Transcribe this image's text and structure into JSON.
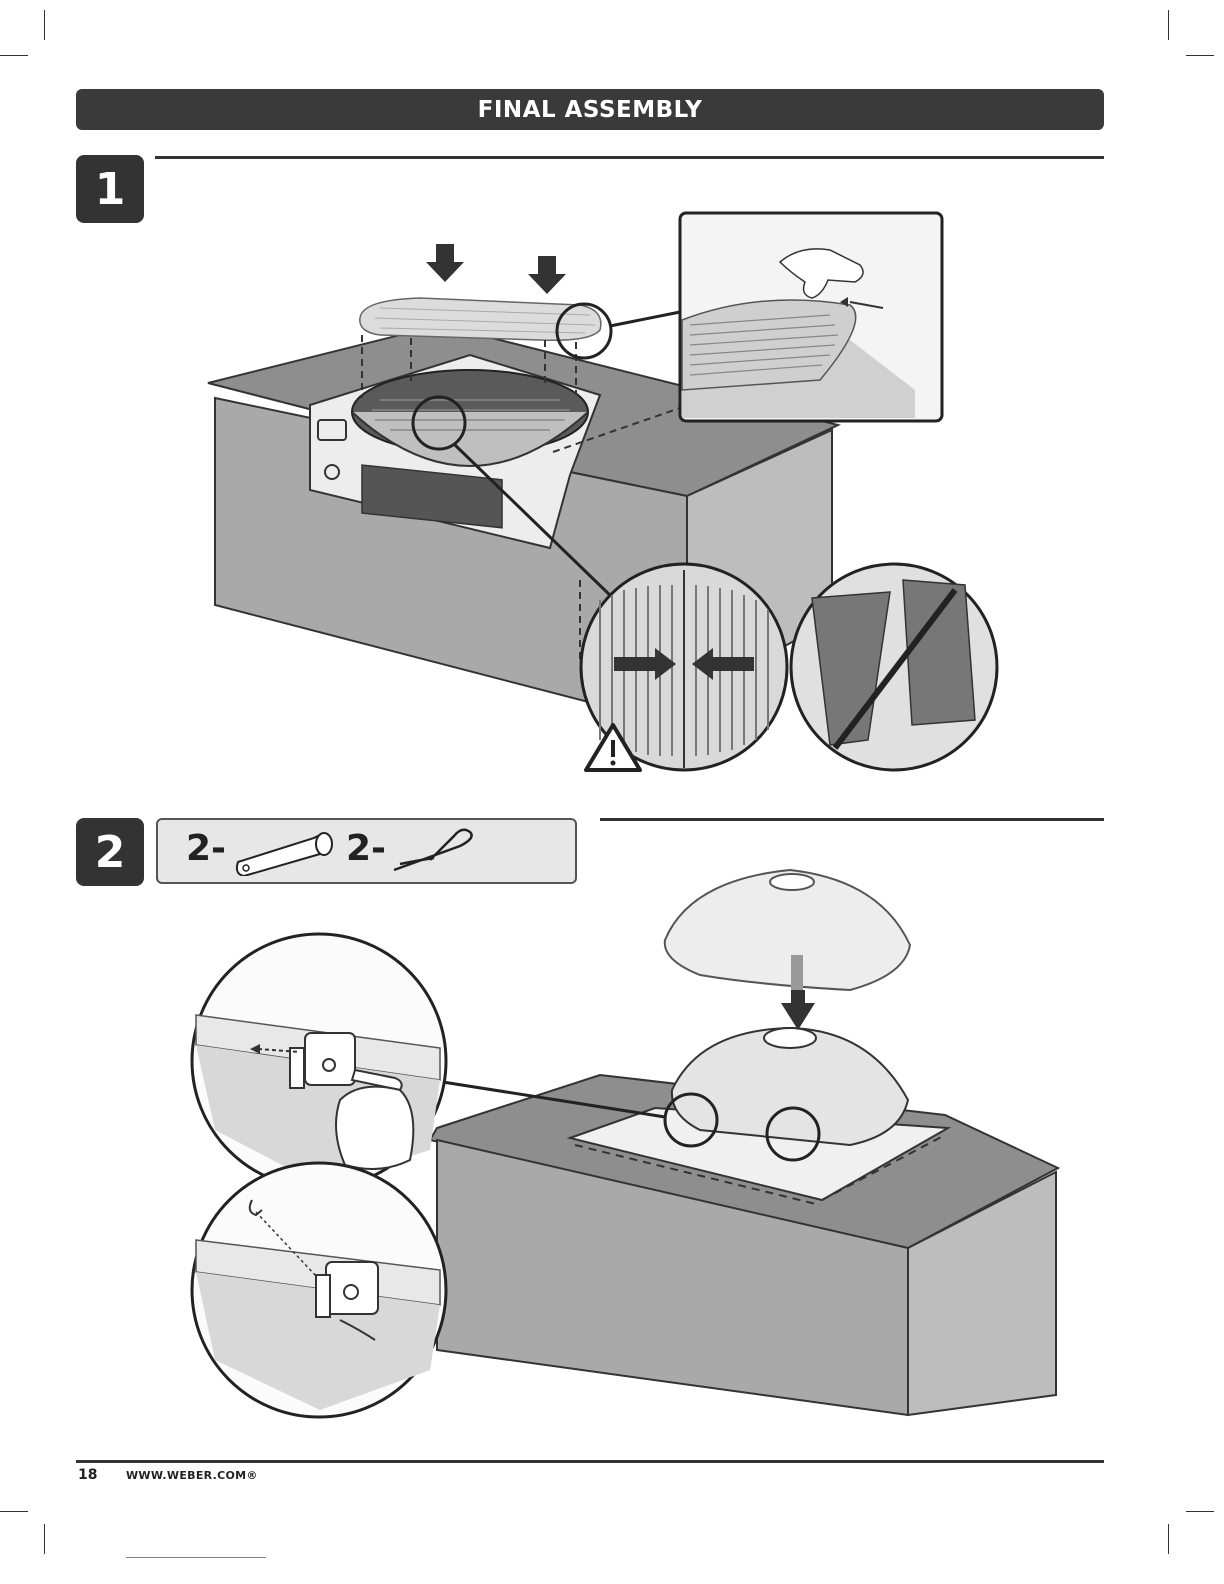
{
  "header": {
    "title": "FINAL ASSEMBLY"
  },
  "steps": [
    {
      "number": "1"
    },
    {
      "number": "2",
      "parts": [
        {
          "qty": "2-",
          "icon": "clevis-pin-icon"
        },
        {
          "qty": "2-",
          "icon": "hairpin-cotter-icon"
        }
      ]
    }
  ],
  "footer": {
    "page_number": "18",
    "website": "WWW.WEBER.COM®"
  },
  "colors": {
    "header_bg": "#3a3a3a",
    "badge_bg": "#333333",
    "counter_gray": "#a9a9a9",
    "parts_box_bg": "#e7e7e7"
  }
}
